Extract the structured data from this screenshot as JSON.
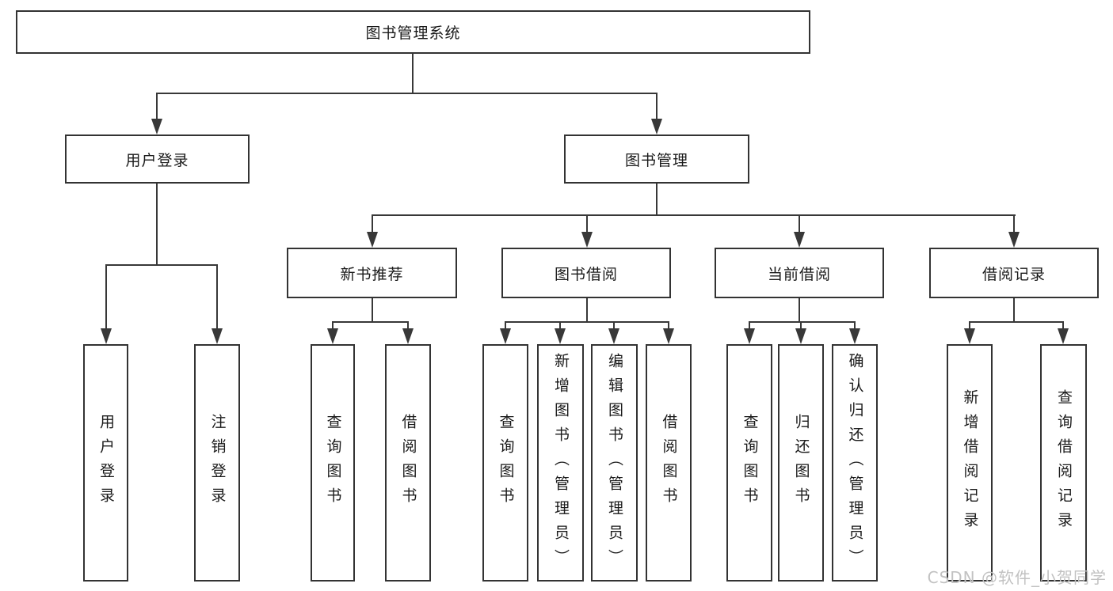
{
  "diagram": {
    "root": {
      "label": "图书管理系统"
    },
    "branches": [
      {
        "label": "用户登录",
        "children": [
          {
            "label": "用户登录"
          },
          {
            "label": "注销登录"
          }
        ]
      },
      {
        "label": "图书管理",
        "children": [
          {
            "label": "新书推荐",
            "children": [
              {
                "label": "查询图书"
              },
              {
                "label": "借阅图书"
              }
            ]
          },
          {
            "label": "图书借阅",
            "children": [
              {
                "label": "查询图书"
              },
              {
                "label": "新增图书（管理员）"
              },
              {
                "label": "编辑图书（管理员）"
              },
              {
                "label": "借阅图书"
              }
            ]
          },
          {
            "label": "当前借阅",
            "children": [
              {
                "label": "查询图书"
              },
              {
                "label": "归还图书"
              },
              {
                "label": "确认归还（管理员）"
              }
            ]
          },
          {
            "label": "借阅记录",
            "children": [
              {
                "label": "新增借阅记录"
              },
              {
                "label": "查询借阅记录"
              }
            ]
          }
        ]
      }
    ],
    "watermark": "CSDN @软件_小贺同学",
    "colors": {
      "line": "#383838",
      "box_border": "#333333",
      "watermark_text": "#c2c2c2"
    }
  }
}
